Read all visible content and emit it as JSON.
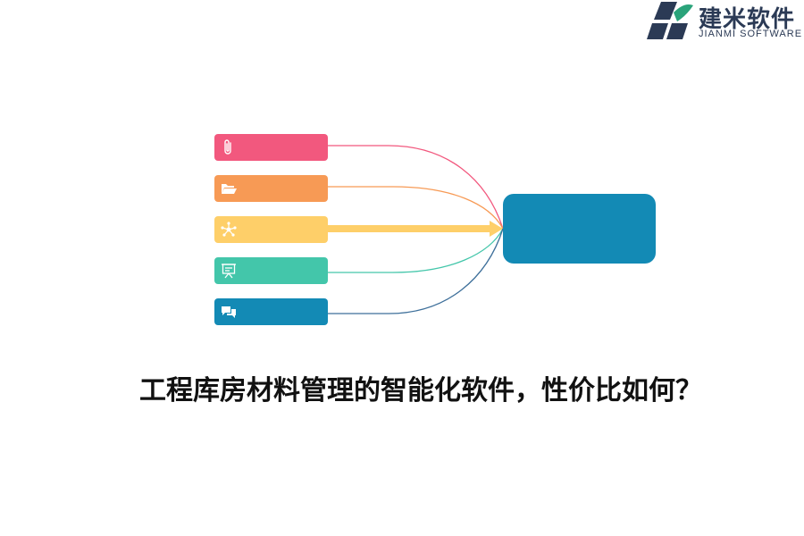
{
  "logo": {
    "name": "建米软件",
    "subtitle": "JIANMI SOFTWARE",
    "colors": {
      "dark": "#2b3a55",
      "accent": "#2aa37a"
    }
  },
  "diagram": {
    "sources": [
      {
        "icon": "paperclip-icon",
        "color": "#f2587e",
        "label": ""
      },
      {
        "icon": "folder-icon",
        "color": "#f79a55",
        "label": ""
      },
      {
        "icon": "network-icon",
        "color": "#fecf69",
        "label": ""
      },
      {
        "icon": "presentation-icon",
        "color": "#43c6aa",
        "label": ""
      },
      {
        "icon": "chat-icon",
        "color": "#138ab5",
        "label": ""
      }
    ],
    "target": {
      "color": "#138ab5",
      "label": ""
    }
  },
  "title": "工程库房材料管理的智能化软件，性价比如何？"
}
